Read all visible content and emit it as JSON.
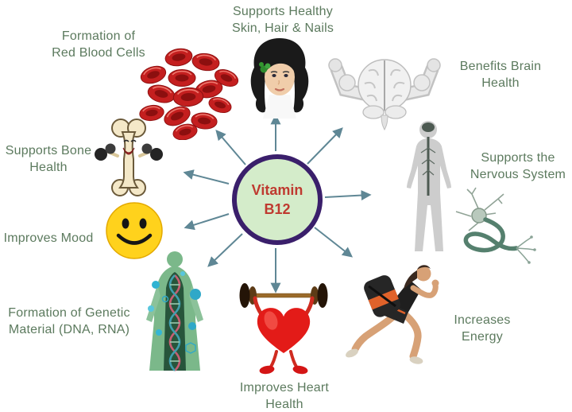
{
  "diagram": {
    "center": {
      "label": "Vitamin\nB12",
      "fill_color": "#d4ecca",
      "border_color": "#3a1f6b",
      "text_color": "#bf3a30"
    },
    "style": {
      "label_color": "#5c7a5e",
      "arrow_color": "#5f8795",
      "background": "#ffffff"
    },
    "items": [
      {
        "label": "Supports Healthy\nSkin, Hair & Nails",
        "icon": "woman-face-icon",
        "position": "top"
      },
      {
        "label": "Formation of\nRed Blood Cells",
        "icon": "red-blood-cells-icon",
        "position": "top-left"
      },
      {
        "label": "Benefits Brain\nHealth",
        "icon": "brain-muscles-icon",
        "position": "top-right"
      },
      {
        "label": "Supports Bone\nHealth",
        "icon": "bone-dumbbells-icon",
        "position": "left"
      },
      {
        "label": "Supports the\nNervous System",
        "icon": "nervous-system-icon",
        "position": "right"
      },
      {
        "label": "Improves Mood",
        "icon": "smiley-face-icon",
        "position": "left-lower"
      },
      {
        "label": "Formation of Genetic\nMaterial (DNA, RNA)",
        "icon": "dna-body-icon",
        "position": "bottom-left"
      },
      {
        "label": "Improves Heart\nHealth",
        "icon": "heart-barbell-icon",
        "position": "bottom"
      },
      {
        "label": "Increases\nEnergy",
        "icon": "runner-icon",
        "position": "bottom-right"
      }
    ]
  }
}
